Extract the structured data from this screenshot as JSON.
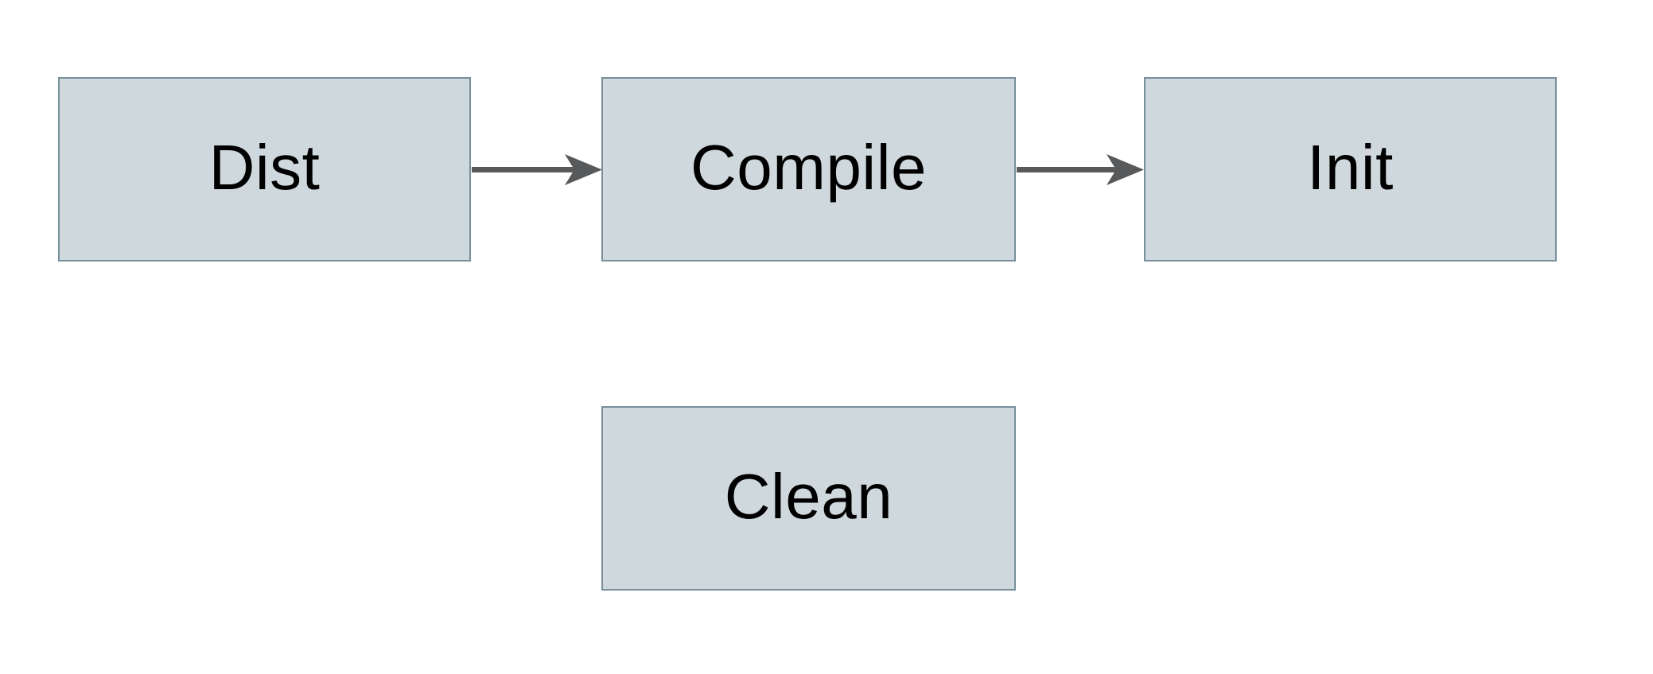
{
  "diagram": {
    "title": "build-targets-flowchart",
    "nodes": [
      {
        "id": "dist",
        "label": "Dist"
      },
      {
        "id": "compile",
        "label": "Compile"
      },
      {
        "id": "init",
        "label": "Init"
      },
      {
        "id": "clean",
        "label": "Clean"
      }
    ],
    "edges": [
      {
        "from": "dist",
        "to": "compile",
        "style": "solid-arrow"
      },
      {
        "from": "compile",
        "to": "init",
        "style": "solid-arrow"
      }
    ],
    "colors": {
      "background": "#ffffff",
      "node_fill": "#cfd8dc",
      "node_border": "#78909c",
      "arrow": "#58595a",
      "text": "#000000"
    }
  }
}
